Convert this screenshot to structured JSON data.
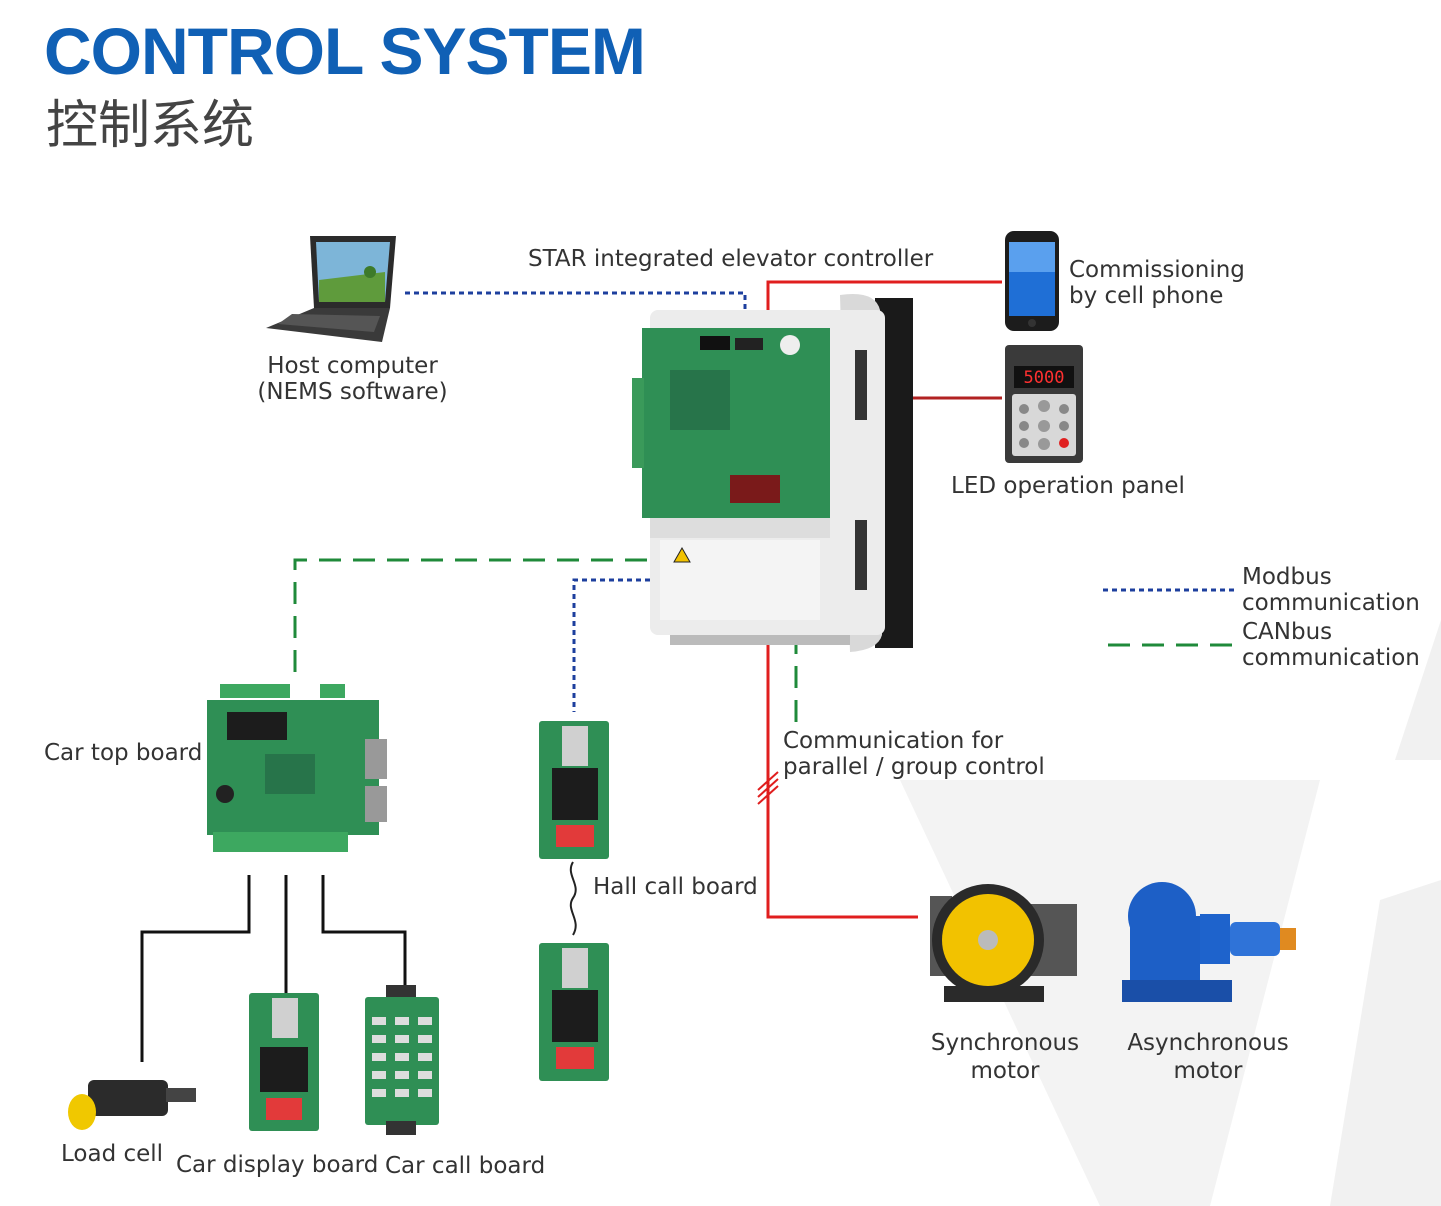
{
  "header": {
    "title": "CONTROL SYSTEM",
    "subtitle_zh": "控制系统"
  },
  "colors": {
    "title_blue": "#1060b5",
    "modbus_line": "#1d3f9e",
    "canbus_line": "#1f8a3a",
    "power_line": "#e01e1e",
    "wire_black": "#111111",
    "pcb_green": "#2f8f55",
    "hall_display_red": "#e23a3a"
  },
  "components": {
    "controller": "STAR integrated elevator controller",
    "host_computer": {
      "line1": "Host computer",
      "line2": "(NEMS software)"
    },
    "cell_phone": {
      "line1": "Commissioning",
      "line2": "by cell phone"
    },
    "led_panel": {
      "label": "LED operation panel",
      "display": "5000"
    },
    "car_top_board": "Car top board",
    "hall_call_board": "Hall call board",
    "parallel": {
      "line1": "Communication for",
      "line2": "parallel / group control"
    },
    "sync_motor": {
      "line1": "Synchronous",
      "line2": "motor"
    },
    "async_motor": {
      "line1": "Asynchronous",
      "line2": "motor"
    },
    "load_cell": "Load cell",
    "car_display_board": "Car display board",
    "car_call_board": "Car call board"
  },
  "legend": {
    "modbus": {
      "line1": "Modbus",
      "line2": "communication"
    },
    "canbus": {
      "line1": "CANbus",
      "line2": "communication"
    }
  }
}
